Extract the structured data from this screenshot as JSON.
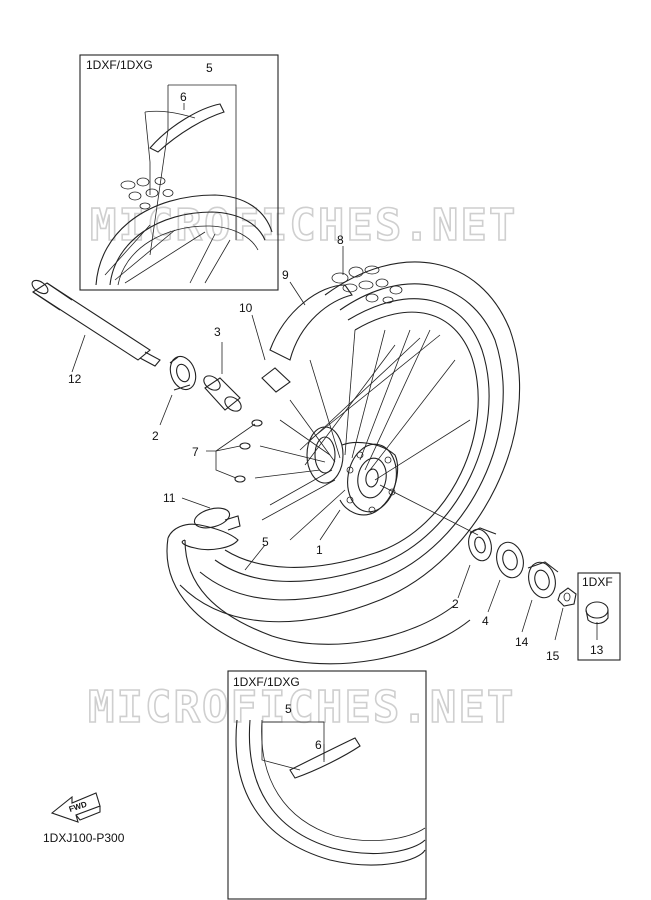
{
  "diagram": {
    "code": "1DXJ100-P300",
    "fwd_label": "FWD",
    "watermark": "MICROFICHES.NET",
    "inset_top": {
      "title": "1DXF/1DXG",
      "labels": [
        "5",
        "6"
      ]
    },
    "inset_bottom": {
      "title": "1DXF/1DXG",
      "labels": [
        "5",
        "6"
      ]
    },
    "inset_small": {
      "title": "1DXF",
      "label": "13"
    },
    "callouts": {
      "c1": "1",
      "c2a": "2",
      "c2b": "2",
      "c3": "3",
      "c4": "4",
      "c5": "5",
      "c7": "7",
      "c8": "8",
      "c9": "9",
      "c10": "10",
      "c11": "11",
      "c12": "12",
      "c14": "14",
      "c15": "15"
    }
  }
}
